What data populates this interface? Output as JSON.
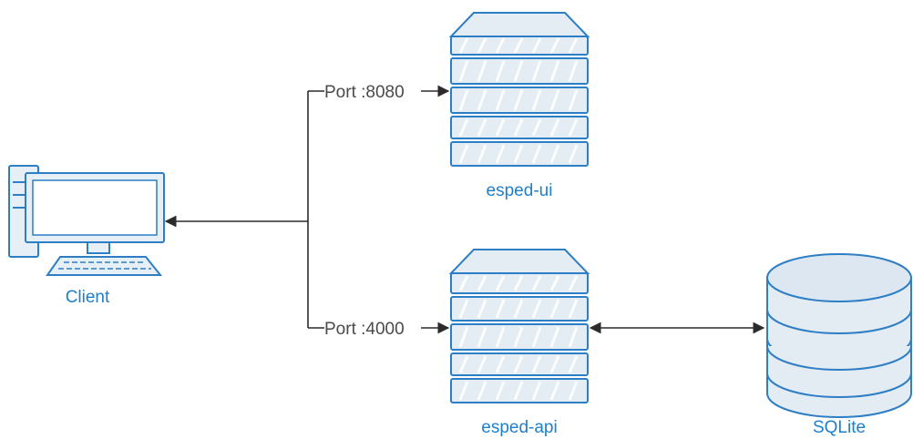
{
  "nodes": {
    "client": {
      "label": "Client",
      "icon": "desktop-computer-icon"
    },
    "esped_ui": {
      "label": "esped-ui",
      "icon": "server-stack-icon"
    },
    "esped_api": {
      "label": "esped-api",
      "icon": "server-stack-icon"
    },
    "sqlite": {
      "label": "SQLite",
      "icon": "database-cylinder-icon"
    }
  },
  "edges": {
    "ui_port": {
      "label": "Port :8080"
    },
    "api_port": {
      "label": "Port :4000"
    }
  },
  "colors": {
    "accent": "#2d7ec4",
    "label_blue": "#1f7fc9",
    "fill": "#e6eef6",
    "line": "#2b2b2b"
  }
}
